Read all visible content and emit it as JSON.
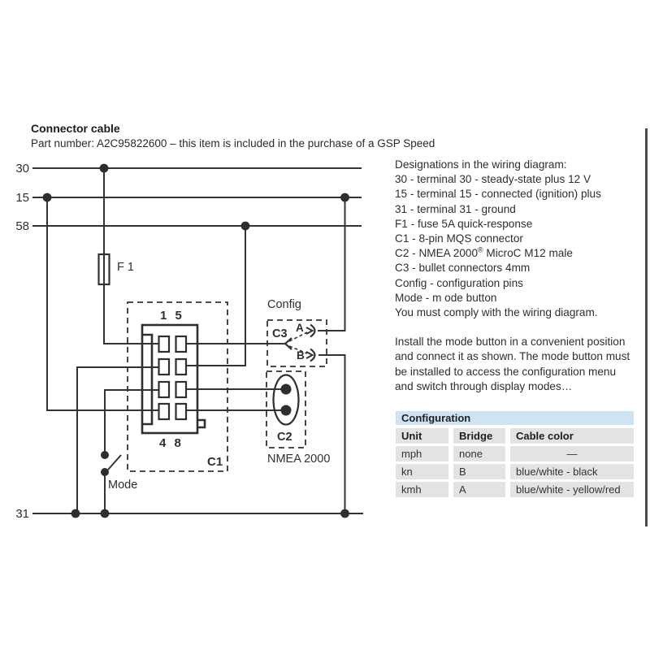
{
  "page": {
    "title": "Connector cable",
    "subtitle": "Part number: A2C95822600 – this item is included in the purchase of a GSP Speed"
  },
  "diagram": {
    "terminals": {
      "t30": "30",
      "t15": "15",
      "t58": "58",
      "t31": "31"
    },
    "fuse_label": "F 1",
    "connector": {
      "pins_top": "1 5",
      "pins_bottom": "4 8",
      "label": "C1"
    },
    "config": {
      "title": "Config",
      "label": "C3",
      "a": "A",
      "b": "B"
    },
    "nmea": {
      "label": "C2",
      "caption": "NMEA 2000"
    },
    "mode_label": "Mode"
  },
  "designations": {
    "title": "Designations in the wiring diagram:",
    "items": [
      "30 - terminal 30 - steady-state plus 12 V",
      "15 - terminal 15 - connected (ignition) plus",
      "31 - terminal 31 - ground",
      "F1 - fuse 5A quick-response",
      "C1 - 8-pin MQS connector"
    ],
    "c2_item": {
      "pre": "C2 - NMEA 2000",
      "sup": "®",
      "post": " MicroC M12 male"
    },
    "items_after": [
      "C3 - bullet connectors 4mm",
      "Config - configuration pins",
      "Mode - m ode button",
      "You must comply with the wiring diagram."
    ]
  },
  "install_note": {
    "lines": [
      "Install the mode button in a convenient position",
      "and connect it as shown. The mode button must",
      "be installed to access the configuration menu",
      "and switch through display modes…"
    ]
  },
  "config_table": {
    "title": "Configuration",
    "columns": [
      "Unit",
      "Bridge",
      "Cable color"
    ],
    "rows": [
      [
        "mph",
        "none",
        "—"
      ],
      [
        "kn",
        "B",
        "blue/white - black"
      ],
      [
        "kmh",
        "A",
        "blue/white - yellow/red"
      ]
    ]
  },
  "colors": {
    "table_title_bg": "#cfe4f2",
    "table_cell_bg": "#e3e3e3",
    "diagram_stroke": "#333333"
  }
}
